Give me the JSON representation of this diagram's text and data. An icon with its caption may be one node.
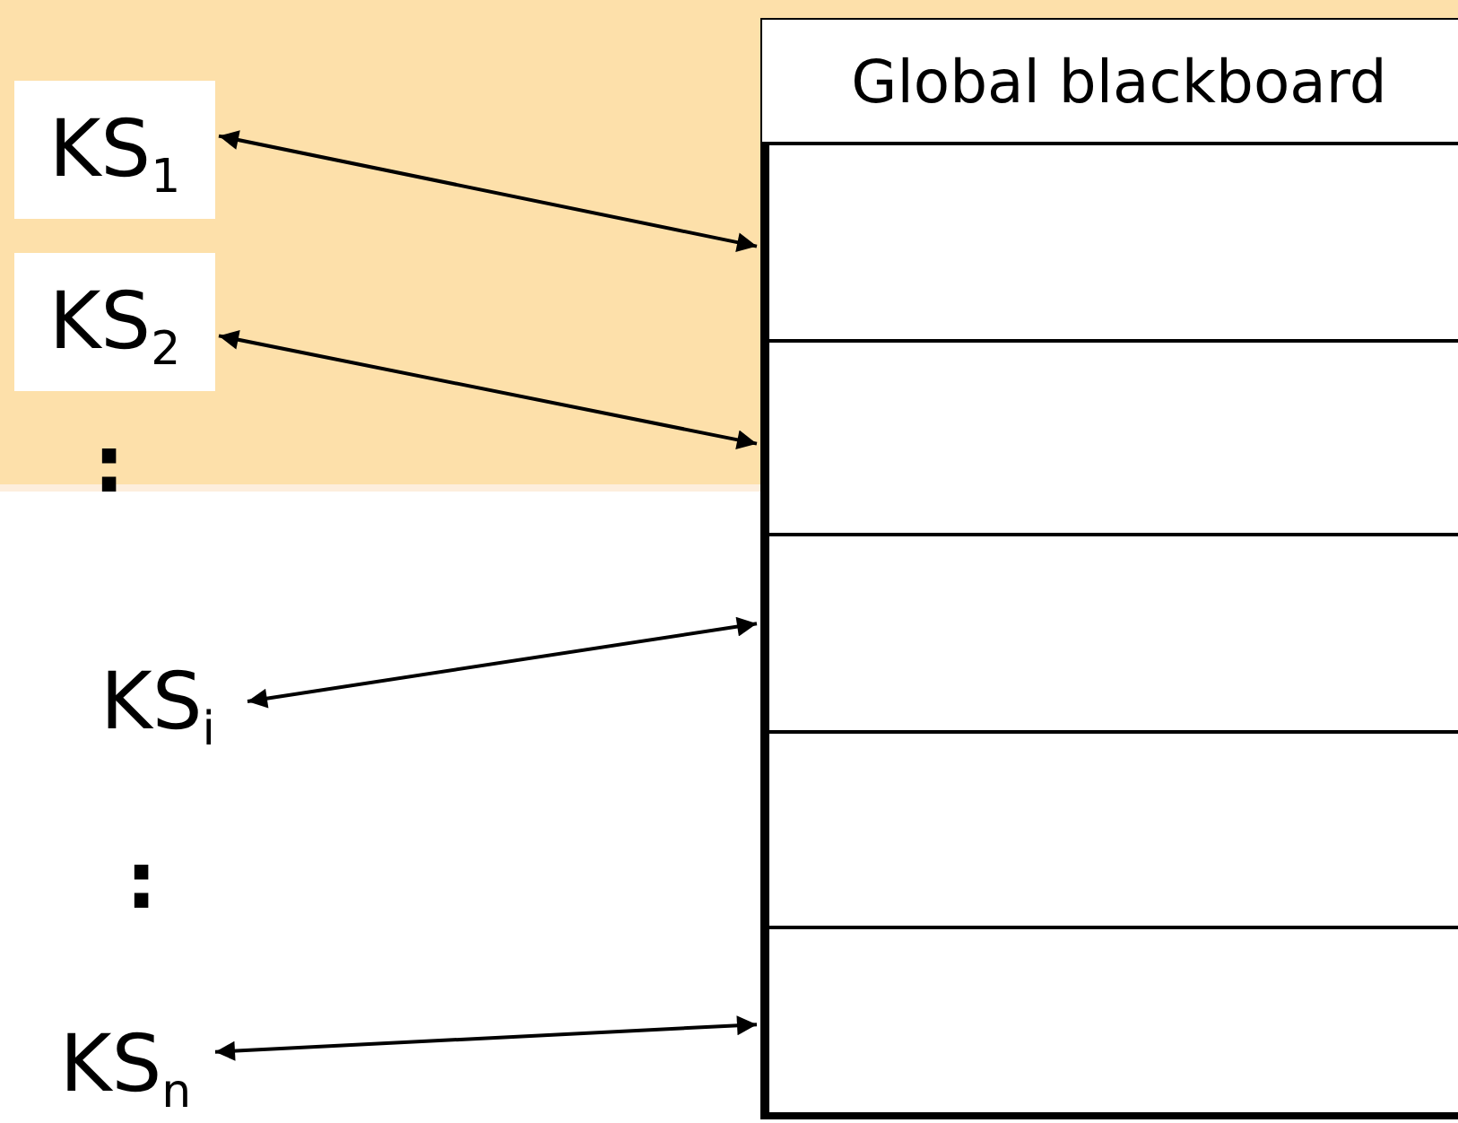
{
  "diagram": {
    "nodes": [
      {
        "text": [
          "KS$_{1}$"
        ]
      },
      {
        "text": [
          "KS$_{2}$"
        ]
      },
      {
        "text": [
          "KS$_{i}$"
        ]
      },
      {
        "text": [
          "KS$_{n}$"
        ]
      },
      {
        "text": [
          "Global blackboard"
        ]
      },
      {
        "text": [],
        "shape": "box"
      },
      {
        "text": [],
        "shape": "box"
      },
      {
        "text": [],
        "shape": "box"
      },
      {
        "text": [],
        "shape": "box"
      },
      {
        "text": [],
        "shape": "box"
      }
    ],
    "edges": [
      {
        "from": 0,
        "to": 5,
        "arrow": "both"
      },
      {
        "from": 1,
        "to": 6,
        "arrow": "both"
      },
      {
        "from": 2,
        "to": 7,
        "arrow": "both"
      },
      {
        "from": 3,
        "to": 9,
        "arrow": "both"
      }
    ],
    "labels": [
      ":",
      ":"
    ]
  }
}
